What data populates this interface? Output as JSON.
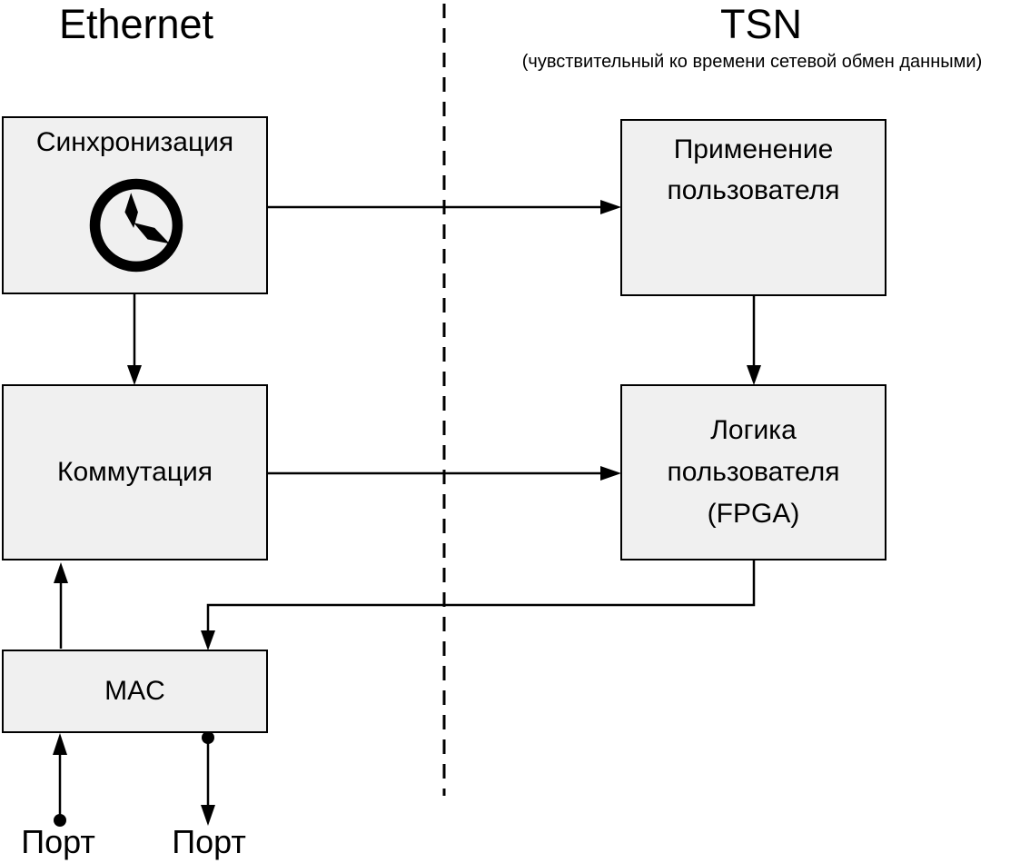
{
  "diagram": {
    "sections": {
      "left": {
        "title": "Ethernet"
      },
      "right": {
        "title": "TSN",
        "subtitle": "(чувствительный ко времени сетевой обмен данными)"
      }
    },
    "nodes": {
      "sync": {
        "label": "Синхронизация",
        "icon": "clock-icon"
      },
      "user_app": {
        "label": "Применение\nпользователя"
      },
      "switching": {
        "label": "Коммутация"
      },
      "user_logic": {
        "label": "Логика\nпользователя\n(FPGA)"
      },
      "mac": {
        "label": "MAC"
      }
    },
    "ports": {
      "left_label": "Порт",
      "right_label": "Порт"
    },
    "connectors": [
      "sync-to-user-app",
      "switching-to-user-logic",
      "sync-to-switching",
      "user-app-to-user-logic",
      "mac-to-switching",
      "user-logic-to-mac",
      "port-in-to-mac",
      "mac-to-port-out"
    ],
    "colors": {
      "box_fill": "#f0f0f0",
      "box_border": "#000000",
      "line": "#000000",
      "text": "#000000",
      "background": "#ffffff"
    }
  }
}
